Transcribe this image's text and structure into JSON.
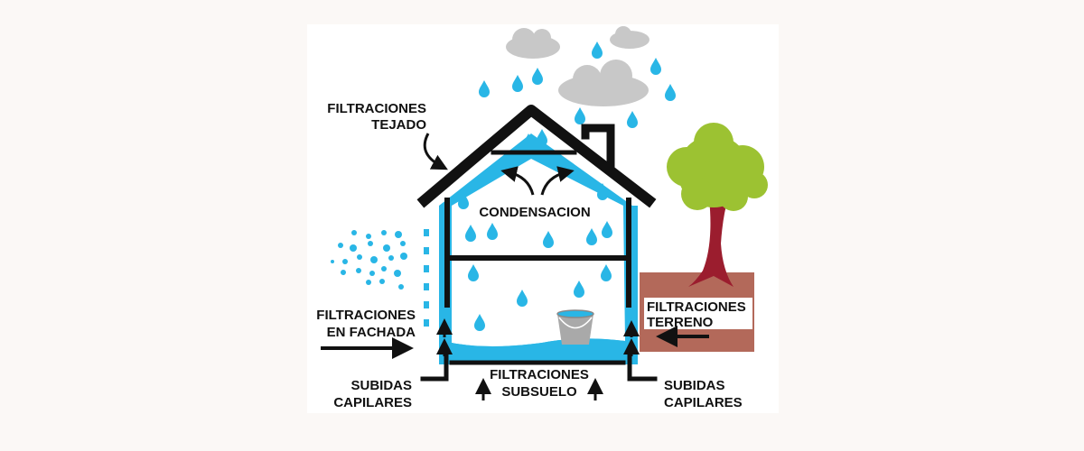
{
  "labels": {
    "roof": [
      "FILTRACIONES",
      "TEJADO"
    ],
    "condensation": "CONDENSACION",
    "facade": [
      "FILTRACIONES",
      "EN FACHADA"
    ],
    "capillary_left": [
      "SUBIDAS",
      "CAPILARES"
    ],
    "subsoil": [
      "FILTRACIONES",
      "SUBSUELO"
    ],
    "capillary_right": [
      "SUBIDAS",
      "CAPILARES"
    ],
    "ground": [
      "FILTRACIONES",
      "TERRENO"
    ]
  },
  "colors": {
    "water": "#29b6e6",
    "outline": "#111111",
    "cloud": "#c8c8c8",
    "canopy": "#9cc232",
    "trunk": "#9b1d2e",
    "ground": "#b3695a",
    "page": "#fbf8f6",
    "panel": "#ffffff"
  }
}
